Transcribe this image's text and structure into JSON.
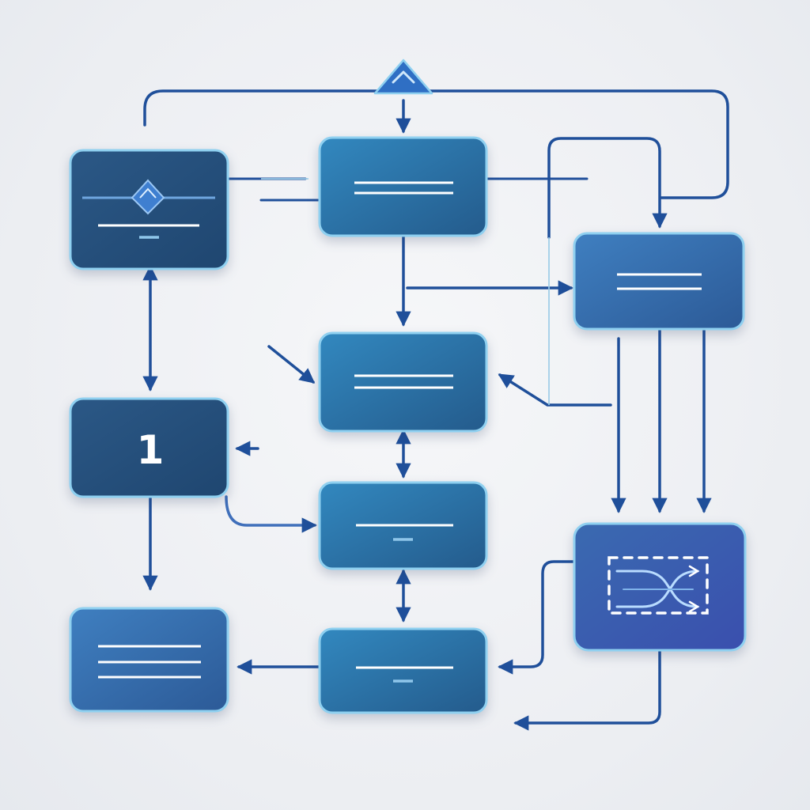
{
  "diagram": {
    "colors": {
      "background": "#eceef2",
      "node_border": "#8fd0f0",
      "node_light": "#2f7fb4",
      "node_dark": "#24507f",
      "node_indigo": "#3b5bb3",
      "connector": "#1f4f9a",
      "glyph": "#ffffff",
      "glyph_accent": "#8fc6ea"
    },
    "nodes": [
      {
        "id": "top-left",
        "label": "",
        "glyph": "diamond-lines-icon"
      },
      {
        "id": "top-center",
        "label": "",
        "glyph": "two-lines-icon"
      },
      {
        "id": "right-upper",
        "label": "",
        "glyph": "two-lines-icon"
      },
      {
        "id": "middle-center",
        "label": "",
        "glyph": "two-lines-icon"
      },
      {
        "id": "left-number",
        "label": "1",
        "glyph": "number"
      },
      {
        "id": "lower-center",
        "label": "",
        "glyph": "line-dash-icon"
      },
      {
        "id": "right-lower",
        "label": "",
        "glyph": "crossing-arrows-icon"
      },
      {
        "id": "bottom-left",
        "label": "",
        "glyph": "three-lines-icon"
      },
      {
        "id": "bottom-center",
        "label": "",
        "glyph": "line-dash-icon"
      }
    ],
    "top_marker": {
      "glyph": "triangle-chevron-icon"
    }
  }
}
